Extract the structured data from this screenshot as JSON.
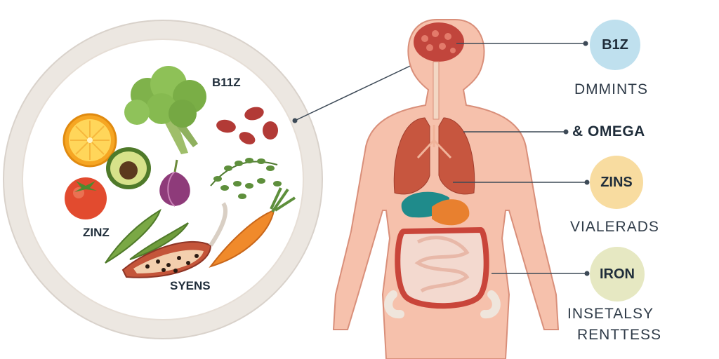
{
  "plate": {
    "labels": {
      "b12": "B11Z",
      "zinz": "ZINZ",
      "syens": "SYENS"
    }
  },
  "nutrients": {
    "b1z": {
      "label": "B1Z",
      "color": "#bfe0ee"
    },
    "dmmints": "DMMINTS",
    "omega": "& OMEGA",
    "zins": {
      "label": "ZINS",
      "color": "#f8dca0"
    },
    "vialerads": "VIALERADS",
    "iron": {
      "label": "IRON",
      "color": "#e6e8c2"
    },
    "insetalsy_line1": "INSETALSY",
    "insetalsy_line2": "RENTTESS"
  },
  "colors": {
    "skin": "#f6c1ac",
    "skin_outline": "#d98f7a",
    "plate_rim": "#ece7e1",
    "connector": "#3d4a57"
  }
}
